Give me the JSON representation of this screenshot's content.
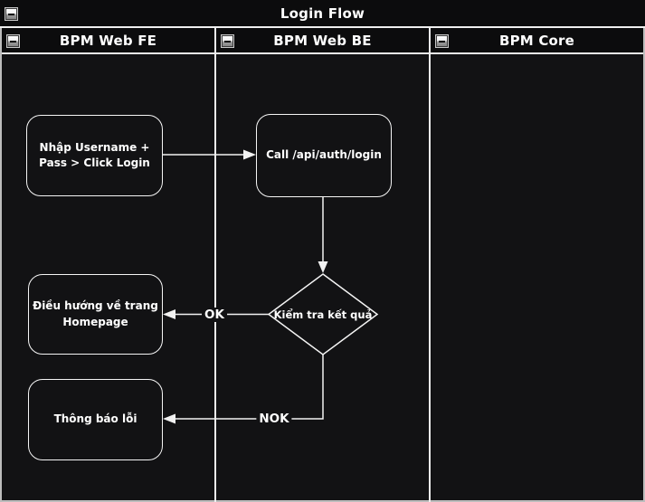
{
  "pool": {
    "title": "Login Flow"
  },
  "lanes": [
    {
      "label": "BPM Web FE"
    },
    {
      "label": "BPM Web BE"
    },
    {
      "label": "BPM Core"
    }
  ],
  "nodes": {
    "enter_credentials": {
      "label": "Nhập Username +\nPass > Click Login"
    },
    "call_login_api": {
      "label": "Call /api/auth/login"
    },
    "check_result": {
      "label": "Kiểm tra kết quả"
    },
    "redirect_homepage": {
      "label": "Điều hướng về trang\nHomepage"
    },
    "show_error": {
      "label": "Thông báo lỗi"
    }
  },
  "edges": {
    "ok": {
      "label": "OK"
    },
    "nok": {
      "label": "NOK"
    }
  },
  "icons": {
    "collapse": "minus-icon"
  },
  "colors": {
    "canvas_bg": "#121214",
    "header_bg": "#0c0c0d",
    "line": "#f2f2f2",
    "separator": "#efefef",
    "text": "#ffffff"
  }
}
